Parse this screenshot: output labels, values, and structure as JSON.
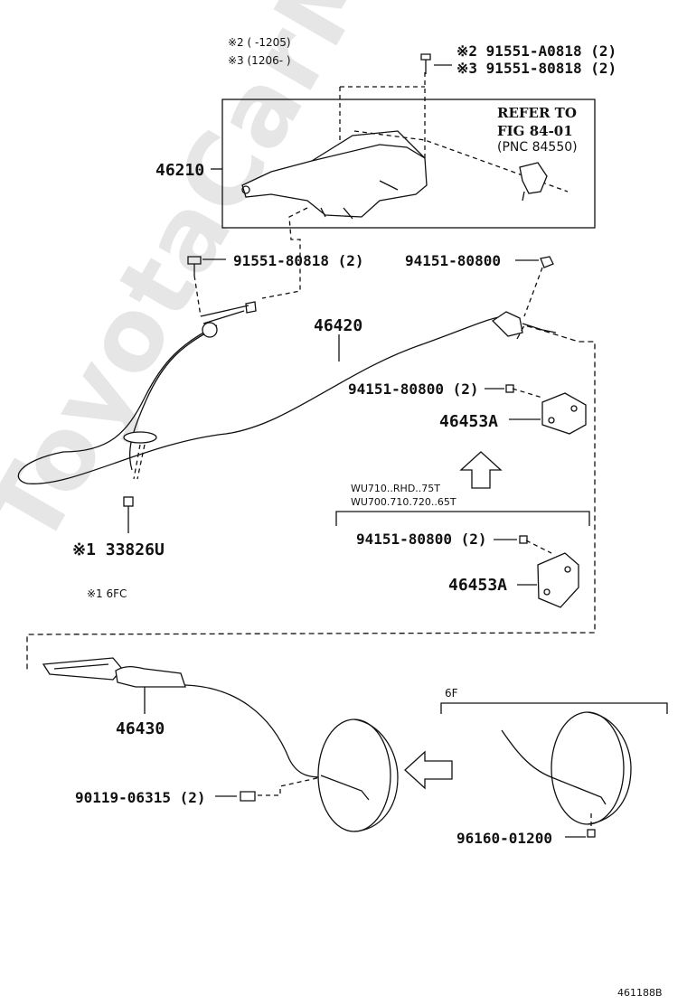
{
  "watermark": "ToyotaCarMine.ru",
  "notes": {
    "n2": "※2 (     -1205)",
    "n3": "※3 (1206-     )",
    "n1": "※1 6FC"
  },
  "refer": {
    "line1": "REFER TO",
    "line2": "FIG 84-01",
    "line3": "(PNC 84550)"
  },
  "parts": {
    "bolt_a": "※2 91551-A0818 (2)",
    "bolt_b": "※3 91551-80818 (2)",
    "lever": "46210",
    "bolt_c": "91551-80818 (2)",
    "nut_a": "94151-80800",
    "cable_front": "46420",
    "nut_b": "94151-80800 (2)",
    "bracket_a": "46453A",
    "clamp": "※1 33826U",
    "nut_c": "94151-80800 (2)",
    "bracket_b": "46453A",
    "cable_rear": "46430",
    "bolt_d": "90119-06315 (2)",
    "clip": "96160-01200"
  },
  "variant": {
    "line1": "WU710..RHD..75T",
    "line2": "WU700.710.720..65T"
  },
  "sixf": "6F",
  "figure_id": "461188B"
}
